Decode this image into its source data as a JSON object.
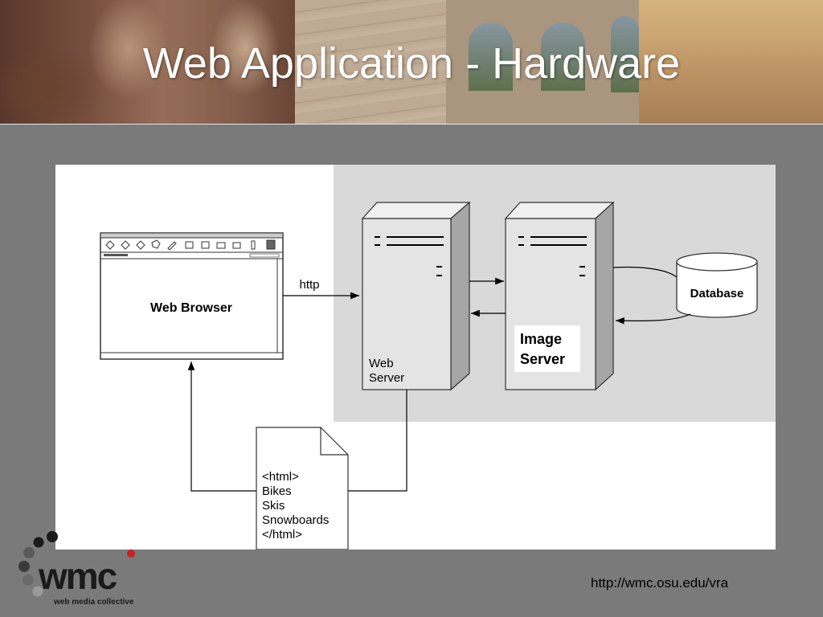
{
  "slide": {
    "title": "Web Application - Hardware",
    "footer_url": "http://wmc.osu.edu/vra"
  },
  "logo": {
    "text": "wmc",
    "subtitle": "web media collective"
  },
  "diagram": {
    "browser_label": "Web Browser",
    "http_label": "http",
    "web_server_label_1": "Web",
    "web_server_label_2": "Server",
    "image_server_label_1": "Image",
    "image_server_label_2": "Server",
    "database_label": "Database",
    "document_lines": [
      "<html>",
      "Bikes",
      "Skis",
      "Snowboards",
      "</html>"
    ]
  },
  "colors": {
    "background": "#7a7a7a",
    "shaded_region": "#d9d9d9",
    "logo_accent": "#cc1f1f"
  }
}
